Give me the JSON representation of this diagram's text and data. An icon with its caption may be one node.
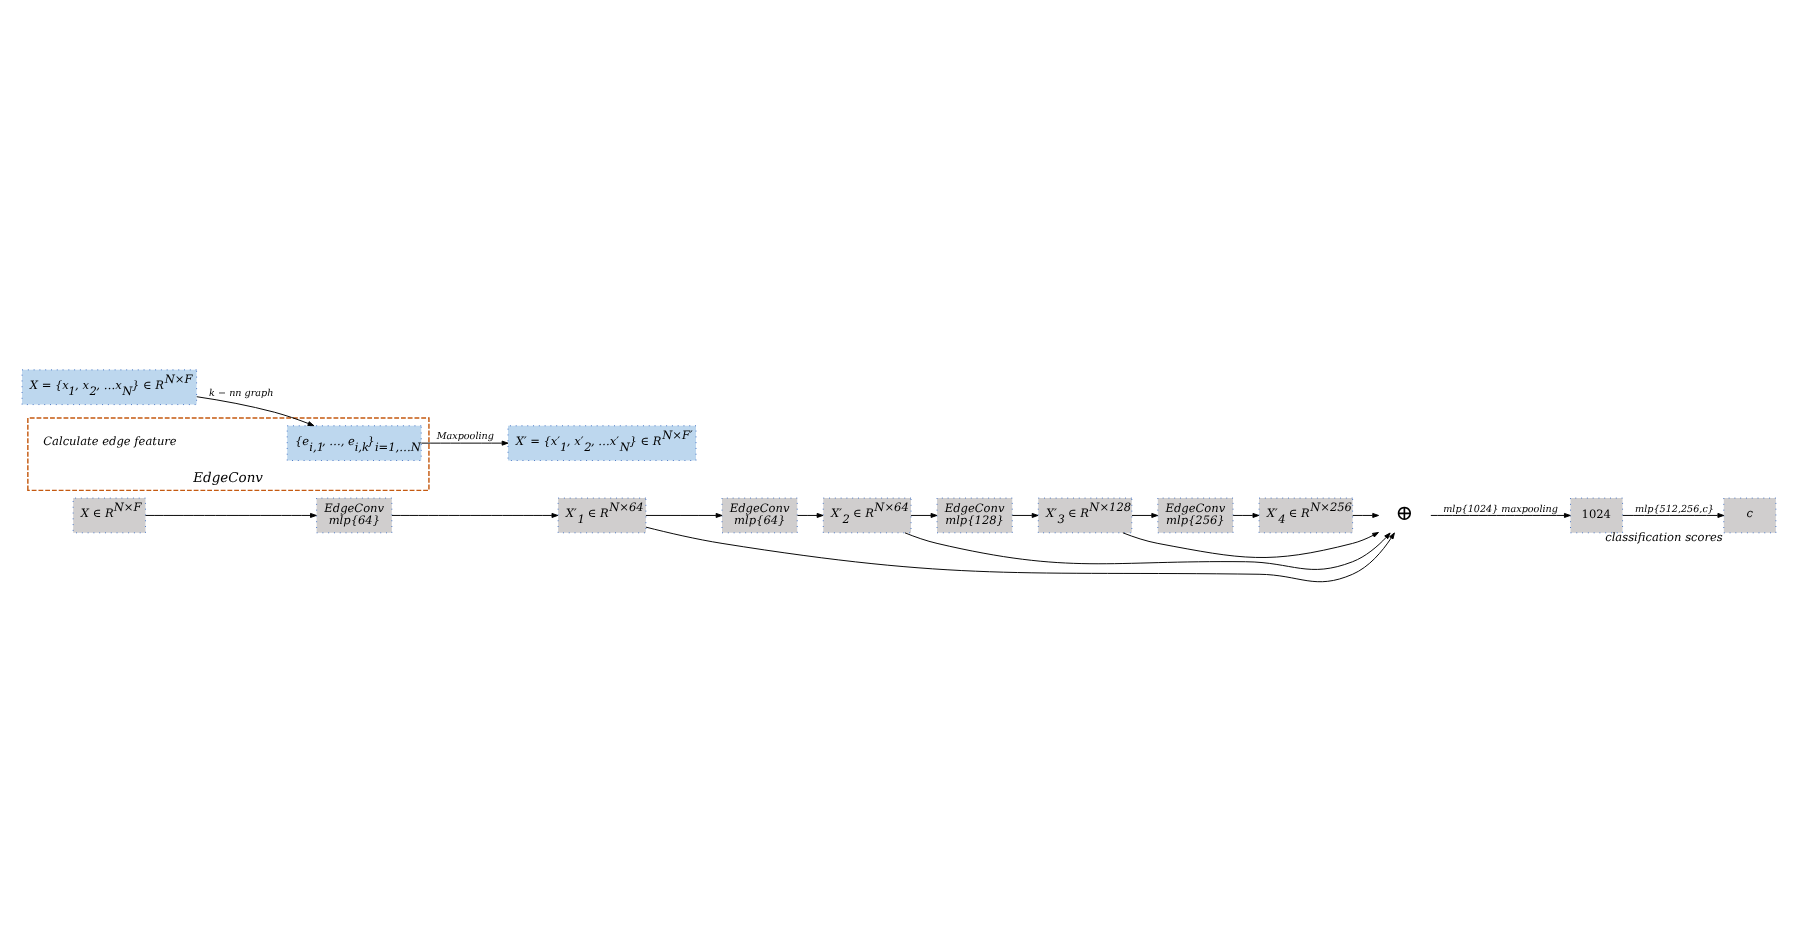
{
  "diagram": {
    "nodes": [
      {
        "text": [
          "X ∈ R$^{N×F}$"
        ]
      },
      {
        "text": [
          "EdgeConv",
          "mlp{64}"
        ]
      },
      {
        "text": [
          "X′$_{1}$ ∈ R$^{N×64}$"
        ]
      },
      {
        "text": [
          "EdgeConv",
          "mlp{64}"
        ]
      },
      {
        "text": [
          "X′$_{2}$ ∈ R$^{N×64}$"
        ]
      },
      {
        "text": [
          "EdgeConv",
          "mlp{128}"
        ]
      },
      {
        "text": [
          "X′$_{3}$ ∈ R$^{N×128}$"
        ]
      },
      {
        "text": [
          "EdgeConv",
          "mlp{256}"
        ]
      },
      {
        "text": [
          "X′$_{4}$ ∈ R$^{N×256}$"
        ]
      },
      {
        "text": [
          "⊕"
        ]
      },
      {
        "text": [
          "1024"
        ]
      },
      {
        "text": [
          "c"
        ],
        "beside": [
          "classification scores"
        ]
      },
      {
        "text": [
          "X = {x$_{1}$, x$_{2}$, …x$_{N}$} ∈ R$^{N×F}$"
        ]
      },
      {
        "text": [
          "EdgeConv"
        ]
      },
      {
        "text": [
          "{e$_{i,1}$, …, e$_{i,k}$}$_{i=1,…N}$"
        ],
        "in": 13
      },
      {
        "text": [
          "X′ = {x′$_{1}$, x′$_{2}$, …x′$_{N}$} ∈ R$^{N×F′}$"
        ]
      }
    ],
    "edges": [
      {
        "from": 0,
        "to": 1,
        "arrow": "to"
      },
      {
        "from": 1,
        "to": 2,
        "arrow": "to"
      },
      {
        "from": 2,
        "to": 3,
        "arrow": "to"
      },
      {
        "from": 3,
        "to": 4,
        "arrow": "to"
      },
      {
        "from": 4,
        "to": 5,
        "arrow": "to"
      },
      {
        "from": 5,
        "to": 6,
        "arrow": "to"
      },
      {
        "from": 6,
        "to": 7,
        "arrow": "to"
      },
      {
        "from": 7,
        "to": 8,
        "arrow": "to"
      },
      {
        "from": 8,
        "to": 9,
        "arrow": "to"
      },
      {
        "from": 2,
        "to": 9,
        "arrow": "to"
      },
      {
        "from": 4,
        "to": 9,
        "arrow": "to"
      },
      {
        "from": 6,
        "to": 9,
        "arrow": "to"
      },
      {
        "from": 9,
        "to": 10,
        "arrow": "to",
        "label": "mlp{1024} maxpooling"
      },
      {
        "from": 10,
        "to": 11,
        "arrow": "to",
        "label": "mlp{512,256,c}"
      },
      {
        "from": 12,
        "to": 14,
        "arrow": "to",
        "label": "k − nn graph"
      },
      {
        "from": 14,
        "to": 15,
        "arrow": "to",
        "label": "Maxpooling"
      }
    ],
    "labels": [
      "Calculate edge feature"
    ]
  }
}
